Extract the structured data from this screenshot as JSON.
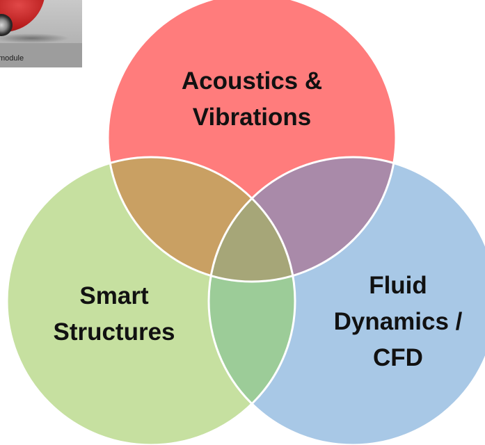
{
  "diagram": {
    "type": "venn",
    "circles": [
      {
        "id": "acoustics",
        "label_lines": [
          "Acoustics &",
          "Vibrations"
        ],
        "color": "#ff7c7c"
      },
      {
        "id": "smart",
        "label_lines": [
          "Smart",
          "Structures"
        ],
        "color": "#c6e0a0"
      },
      {
        "id": "fluid",
        "label_lines": [
          "Fluid",
          "Dynamics /",
          "CFD"
        ],
        "color": "#a8c8e6"
      }
    ],
    "overlap_colors": {
      "acoustics_smart": "#c9a063",
      "acoustics_fluid": "#a98aa9",
      "smart_fluid": "#9ccc98",
      "center": "#a6a678"
    },
    "outline_color": "#ffffff"
  },
  "thumbnail": {
    "caption": "module",
    "subject": "red-car-photo"
  }
}
